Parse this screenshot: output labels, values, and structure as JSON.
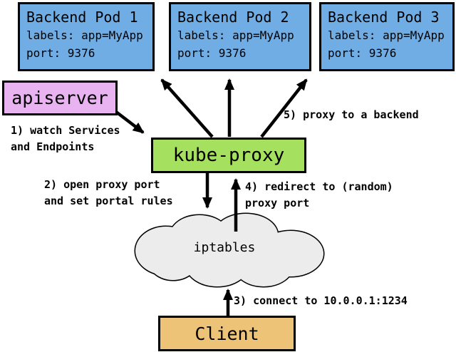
{
  "diagram": {
    "title_semantic": "kubernetes-kube-proxy-userspace-services-diagram"
  },
  "colors": {
    "pod_fill": "#6fade4",
    "apiserver_fill": "#e9b3f2",
    "kubeproxy_fill": "#a5e05f",
    "client_fill": "#edc377",
    "cloud_fill": "#ececec",
    "border": "#000000",
    "background": "#ffffff"
  },
  "pods": [
    {
      "title": "Backend Pod 1",
      "labels_line": "labels: app=MyApp",
      "port_line": "port: 9376"
    },
    {
      "title": "Backend Pod 2",
      "labels_line": "labels: app=MyApp",
      "port_line": "port: 9376"
    },
    {
      "title": "Backend Pod 3",
      "labels_line": "labels: app=MyApp",
      "port_line": "port: 9376"
    }
  ],
  "nodes": {
    "apiserver": {
      "label": "apiserver"
    },
    "kube_proxy": {
      "label": "kube-proxy"
    },
    "client": {
      "label": "Client"
    },
    "iptables": {
      "label": "iptables"
    }
  },
  "annotations": {
    "step1": "1) watch Services\nand Endpoints",
    "step2": "2) open proxy port\nand set portal rules",
    "step3": "3) connect to 10.0.0.1:1234",
    "step4": "4) redirect to (random)\nproxy port",
    "step5": "5) proxy to a backend"
  }
}
